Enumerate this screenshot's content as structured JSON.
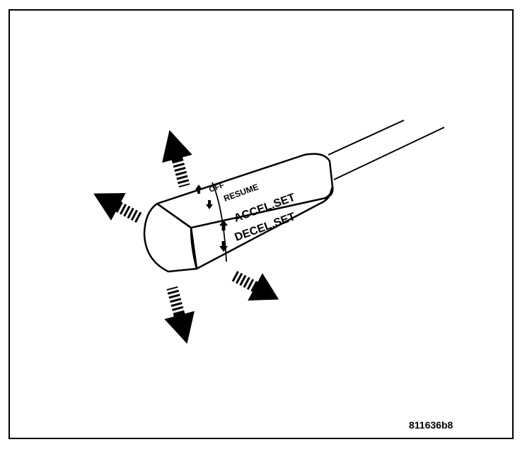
{
  "labels": {
    "off": "OFF",
    "resume": "RESUME",
    "accel_set": "ACCEL.SET",
    "decel_set": "DECEL.SET"
  },
  "figure_id": "811636b8",
  "colors": {
    "ink": "#000000",
    "paper": "#ffffff"
  }
}
